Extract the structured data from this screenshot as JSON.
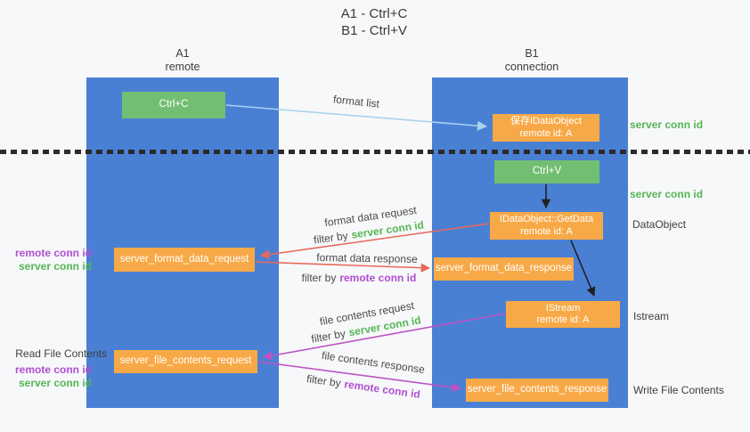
{
  "title": {
    "line1": "A1 - Ctrl+C",
    "line2": "B1 - Ctrl+V"
  },
  "lifelines": {
    "a1": {
      "title": "A1",
      "subtitle": "remote"
    },
    "b1": {
      "title": "B1",
      "subtitle": "connection"
    }
  },
  "nodes": {
    "ctrl_c": {
      "label": "Ctrl+C"
    },
    "save_dataobject": {
      "line1": "保存IDataObject",
      "line2": "remote id: A"
    },
    "ctrl_v": {
      "label": "Ctrl+V"
    },
    "getdata": {
      "line1": "IDataObject::GetData",
      "line2": "remote id: A"
    },
    "format_request": {
      "label": "server_format_data_request"
    },
    "format_response": {
      "label": "server_format_data_response"
    },
    "istream": {
      "line1": "IStream",
      "line2": "remote id: A"
    },
    "file_request": {
      "label": "server_file_contents_request"
    },
    "file_response": {
      "label": "server_file_contents_response"
    }
  },
  "arrow_labels": {
    "format_list": "format list",
    "format_data_request": "format data request",
    "format_data_response": "format data response",
    "file_contents_request": "file contents request",
    "file_contents_response": "file contents response",
    "filter_by": "filter by",
    "server_conn_id": "server conn id",
    "remote_conn_id": "remote conn id"
  },
  "side_labels": {
    "server_conn_id_top": "server conn id",
    "server_conn_id_mid": "server conn id",
    "dataobject": "DataObject",
    "istream": "Istream",
    "write_file_contents": "Write File Contents",
    "read_file_contents": "Read File Contents",
    "remote_conn_id": "remote conn id",
    "server_conn_id": "server conn id"
  },
  "colors": {
    "lifeline_blue": "#4a80d4",
    "node_green": "#72be72",
    "node_orange": "#f8a947",
    "arrow_red": "#e8685c",
    "arrow_magenta": "#bd53c5",
    "arrow_lightblue": "#a6d3f0",
    "arrow_black": "#1f1f1f",
    "text_green": "#56b556",
    "text_purple": "#b04fd1",
    "text_dark": "#3f3f3f",
    "bg": "#f7f8f9"
  }
}
